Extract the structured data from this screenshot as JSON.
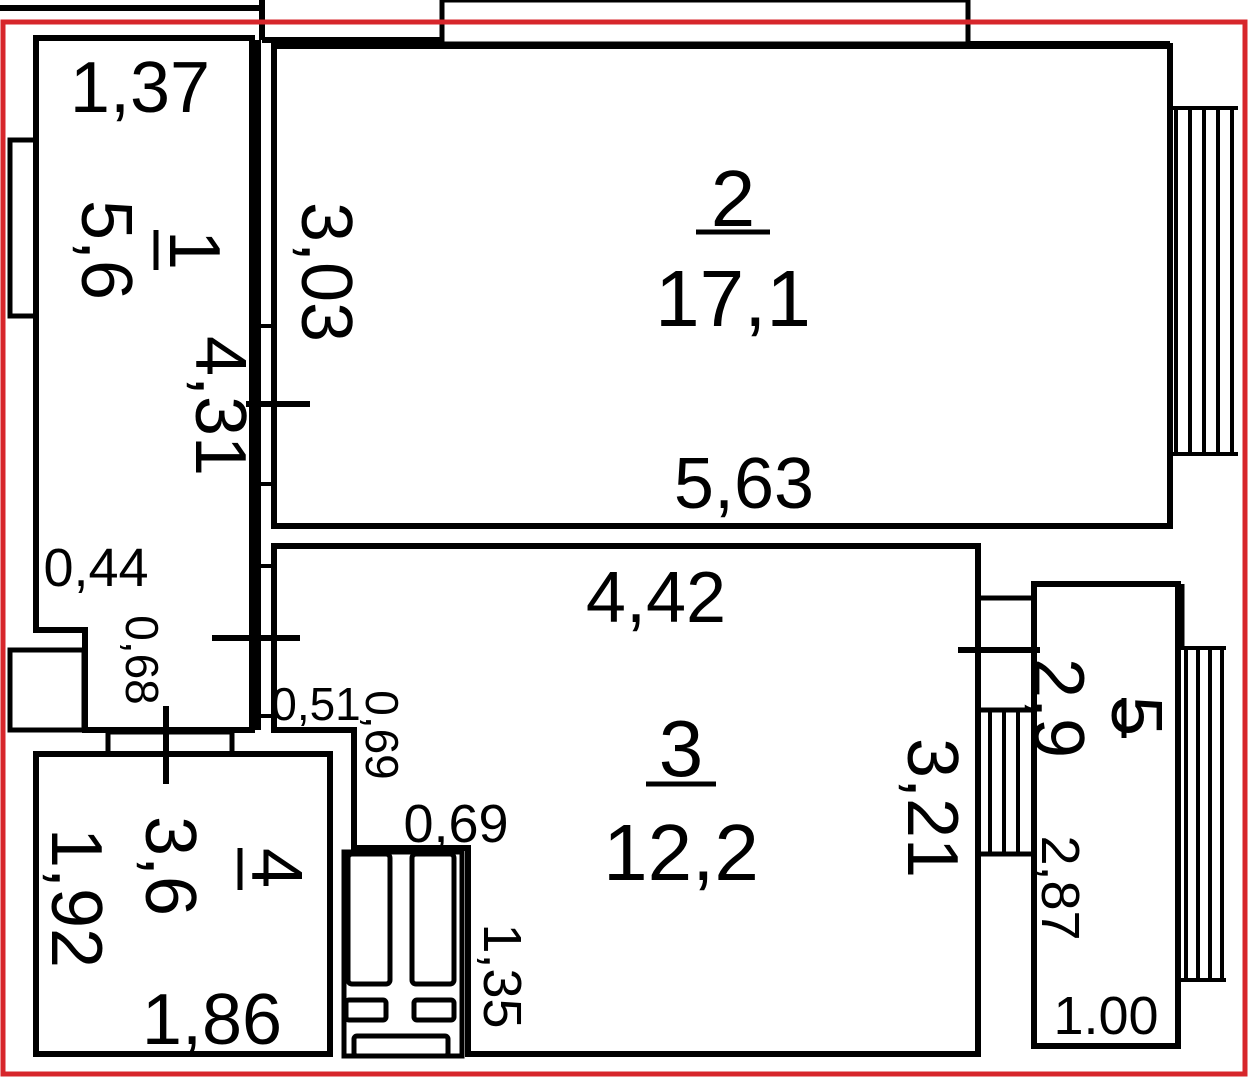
{
  "colors": {
    "boundary": "#d7262b",
    "walls": "#000000",
    "background": "#ffffff"
  },
  "rooms": [
    {
      "id": "1",
      "number": "1",
      "area": "5,6"
    },
    {
      "id": "2",
      "number": "2",
      "area": "17,1"
    },
    {
      "id": "3",
      "number": "3",
      "area": "12,2"
    },
    {
      "id": "4",
      "number": "4",
      "area": "3,6"
    },
    {
      "id": "5",
      "number": "5",
      "area": "2,9"
    }
  ],
  "dimensions": {
    "d_1_37": "1,37",
    "d_4_31": "4,31",
    "d_3_03": "3,03",
    "d_5_63": "5,63",
    "d_4_42": "4,42",
    "d_0_44": "0,44",
    "d_0_68": "0,68",
    "d_0_51": "0,51",
    "d_0_69a": "0,69",
    "d_0_69b": "0,69",
    "d_3_21": "3,21",
    "d_1_92": "1,92",
    "d_1_86": "1,86",
    "d_1_35": "1,35",
    "d_2_87": "2,87",
    "d_1_00": "1.00"
  }
}
